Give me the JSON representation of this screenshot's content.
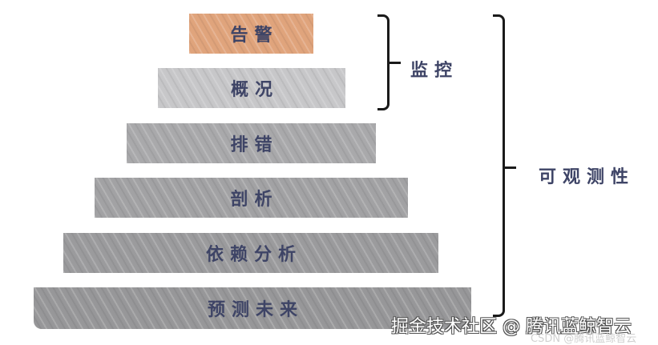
{
  "pyramid": {
    "levels": [
      {
        "label": "告警",
        "color": "#e0a47c"
      },
      {
        "label": "概况",
        "color": "#c7c7c9"
      },
      {
        "label": "排错",
        "color": "#a9a9ab"
      },
      {
        "label": "剖析",
        "color": "#a2a2a4"
      },
      {
        "label": "依赖分析",
        "color": "#9b9b9d"
      },
      {
        "label": "预测未来",
        "color": "#979799"
      }
    ]
  },
  "brackets": {
    "monitoring": {
      "label": "监控"
    },
    "observability": {
      "label": "可观测性"
    }
  },
  "watermark": {
    "main": "掘金技术社区 @ 腾讯蓝鲸智云",
    "secondary": "CSDN @腾讯蓝鲸智云"
  },
  "colors": {
    "text": "#3e4466",
    "bracket": "#1a1a1a"
  }
}
